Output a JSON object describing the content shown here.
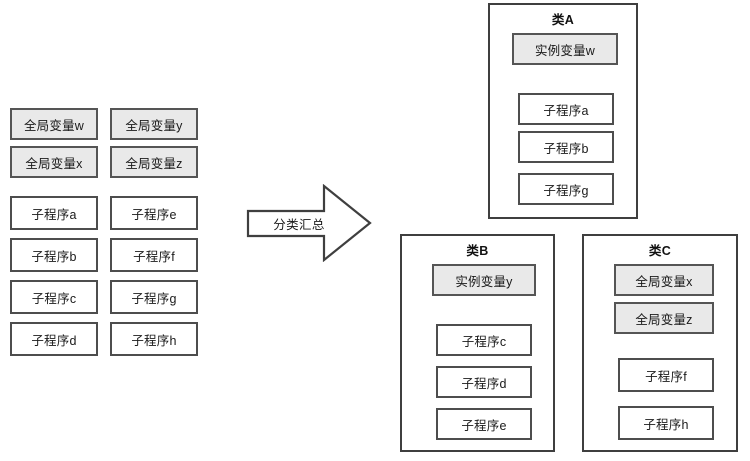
{
  "diagram": {
    "title_hidden": "",
    "arrow": {
      "label": "分类汇总",
      "icon": "right-arrow-icon"
    },
    "source": {
      "column_left": [
        {
          "label": "全局变量w",
          "kind": "variable"
        },
        {
          "label": "全局变量x",
          "kind": "variable"
        },
        {
          "label": "子程序a",
          "kind": "subroutine"
        },
        {
          "label": "子程序b",
          "kind": "subroutine"
        },
        {
          "label": "子程序c",
          "kind": "subroutine"
        },
        {
          "label": "子程序d",
          "kind": "subroutine"
        }
      ],
      "column_right": [
        {
          "label": "全局变量y",
          "kind": "variable"
        },
        {
          "label": "全局变量z",
          "kind": "variable"
        },
        {
          "label": "子程序e",
          "kind": "subroutine"
        },
        {
          "label": "子程序f",
          "kind": "subroutine"
        },
        {
          "label": "子程序g",
          "kind": "subroutine"
        },
        {
          "label": "子程序h",
          "kind": "subroutine"
        }
      ]
    },
    "classes": [
      {
        "title": "类A",
        "variables": [
          {
            "label": "实例变量w"
          }
        ],
        "subroutines": [
          {
            "label": "子程序a"
          },
          {
            "label": "子程序b"
          },
          {
            "label": "子程序g"
          }
        ]
      },
      {
        "title": "类B",
        "variables": [
          {
            "label": "实例变量y"
          }
        ],
        "subroutines": [
          {
            "label": "子程序c"
          },
          {
            "label": "子程序d"
          },
          {
            "label": "子程序e"
          }
        ]
      },
      {
        "title": "类C",
        "variables": [
          {
            "label": "全局变量x"
          },
          {
            "label": "全局变量z"
          }
        ],
        "subroutines": [
          {
            "label": "子程序f"
          },
          {
            "label": "子程序h"
          }
        ]
      }
    ],
    "colors": {
      "variable_fill": "#e9e9e9",
      "subroutine_fill": "#ffffff",
      "border": "#4d4d4d",
      "class_border": "#3f3f3f",
      "text": "#1a1a1a",
      "background": "#ffffff"
    }
  }
}
